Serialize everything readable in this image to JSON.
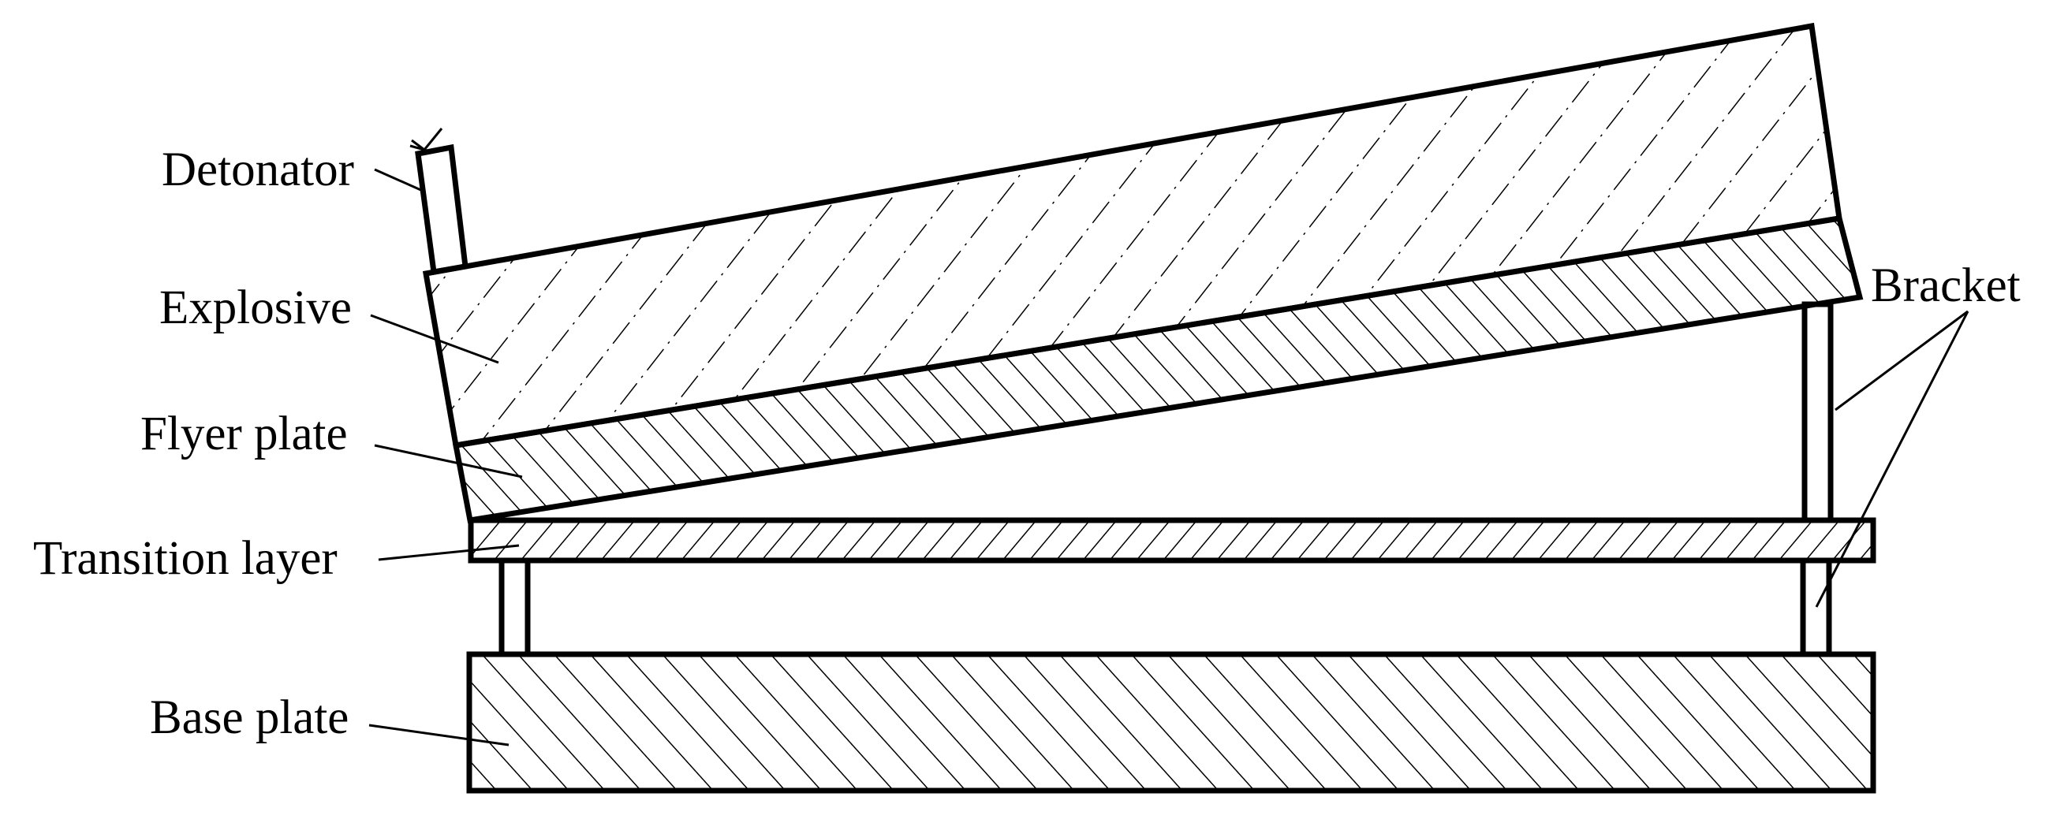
{
  "labels": {
    "detonator": "Detonator",
    "explosive": "Explosive",
    "flyer_plate": "Flyer plate",
    "transition_layer": "Transition layer",
    "base_plate": "Base plate",
    "bracket": "Bracket"
  },
  "colors": {
    "stroke": "#000000",
    "background": "#ffffff"
  }
}
